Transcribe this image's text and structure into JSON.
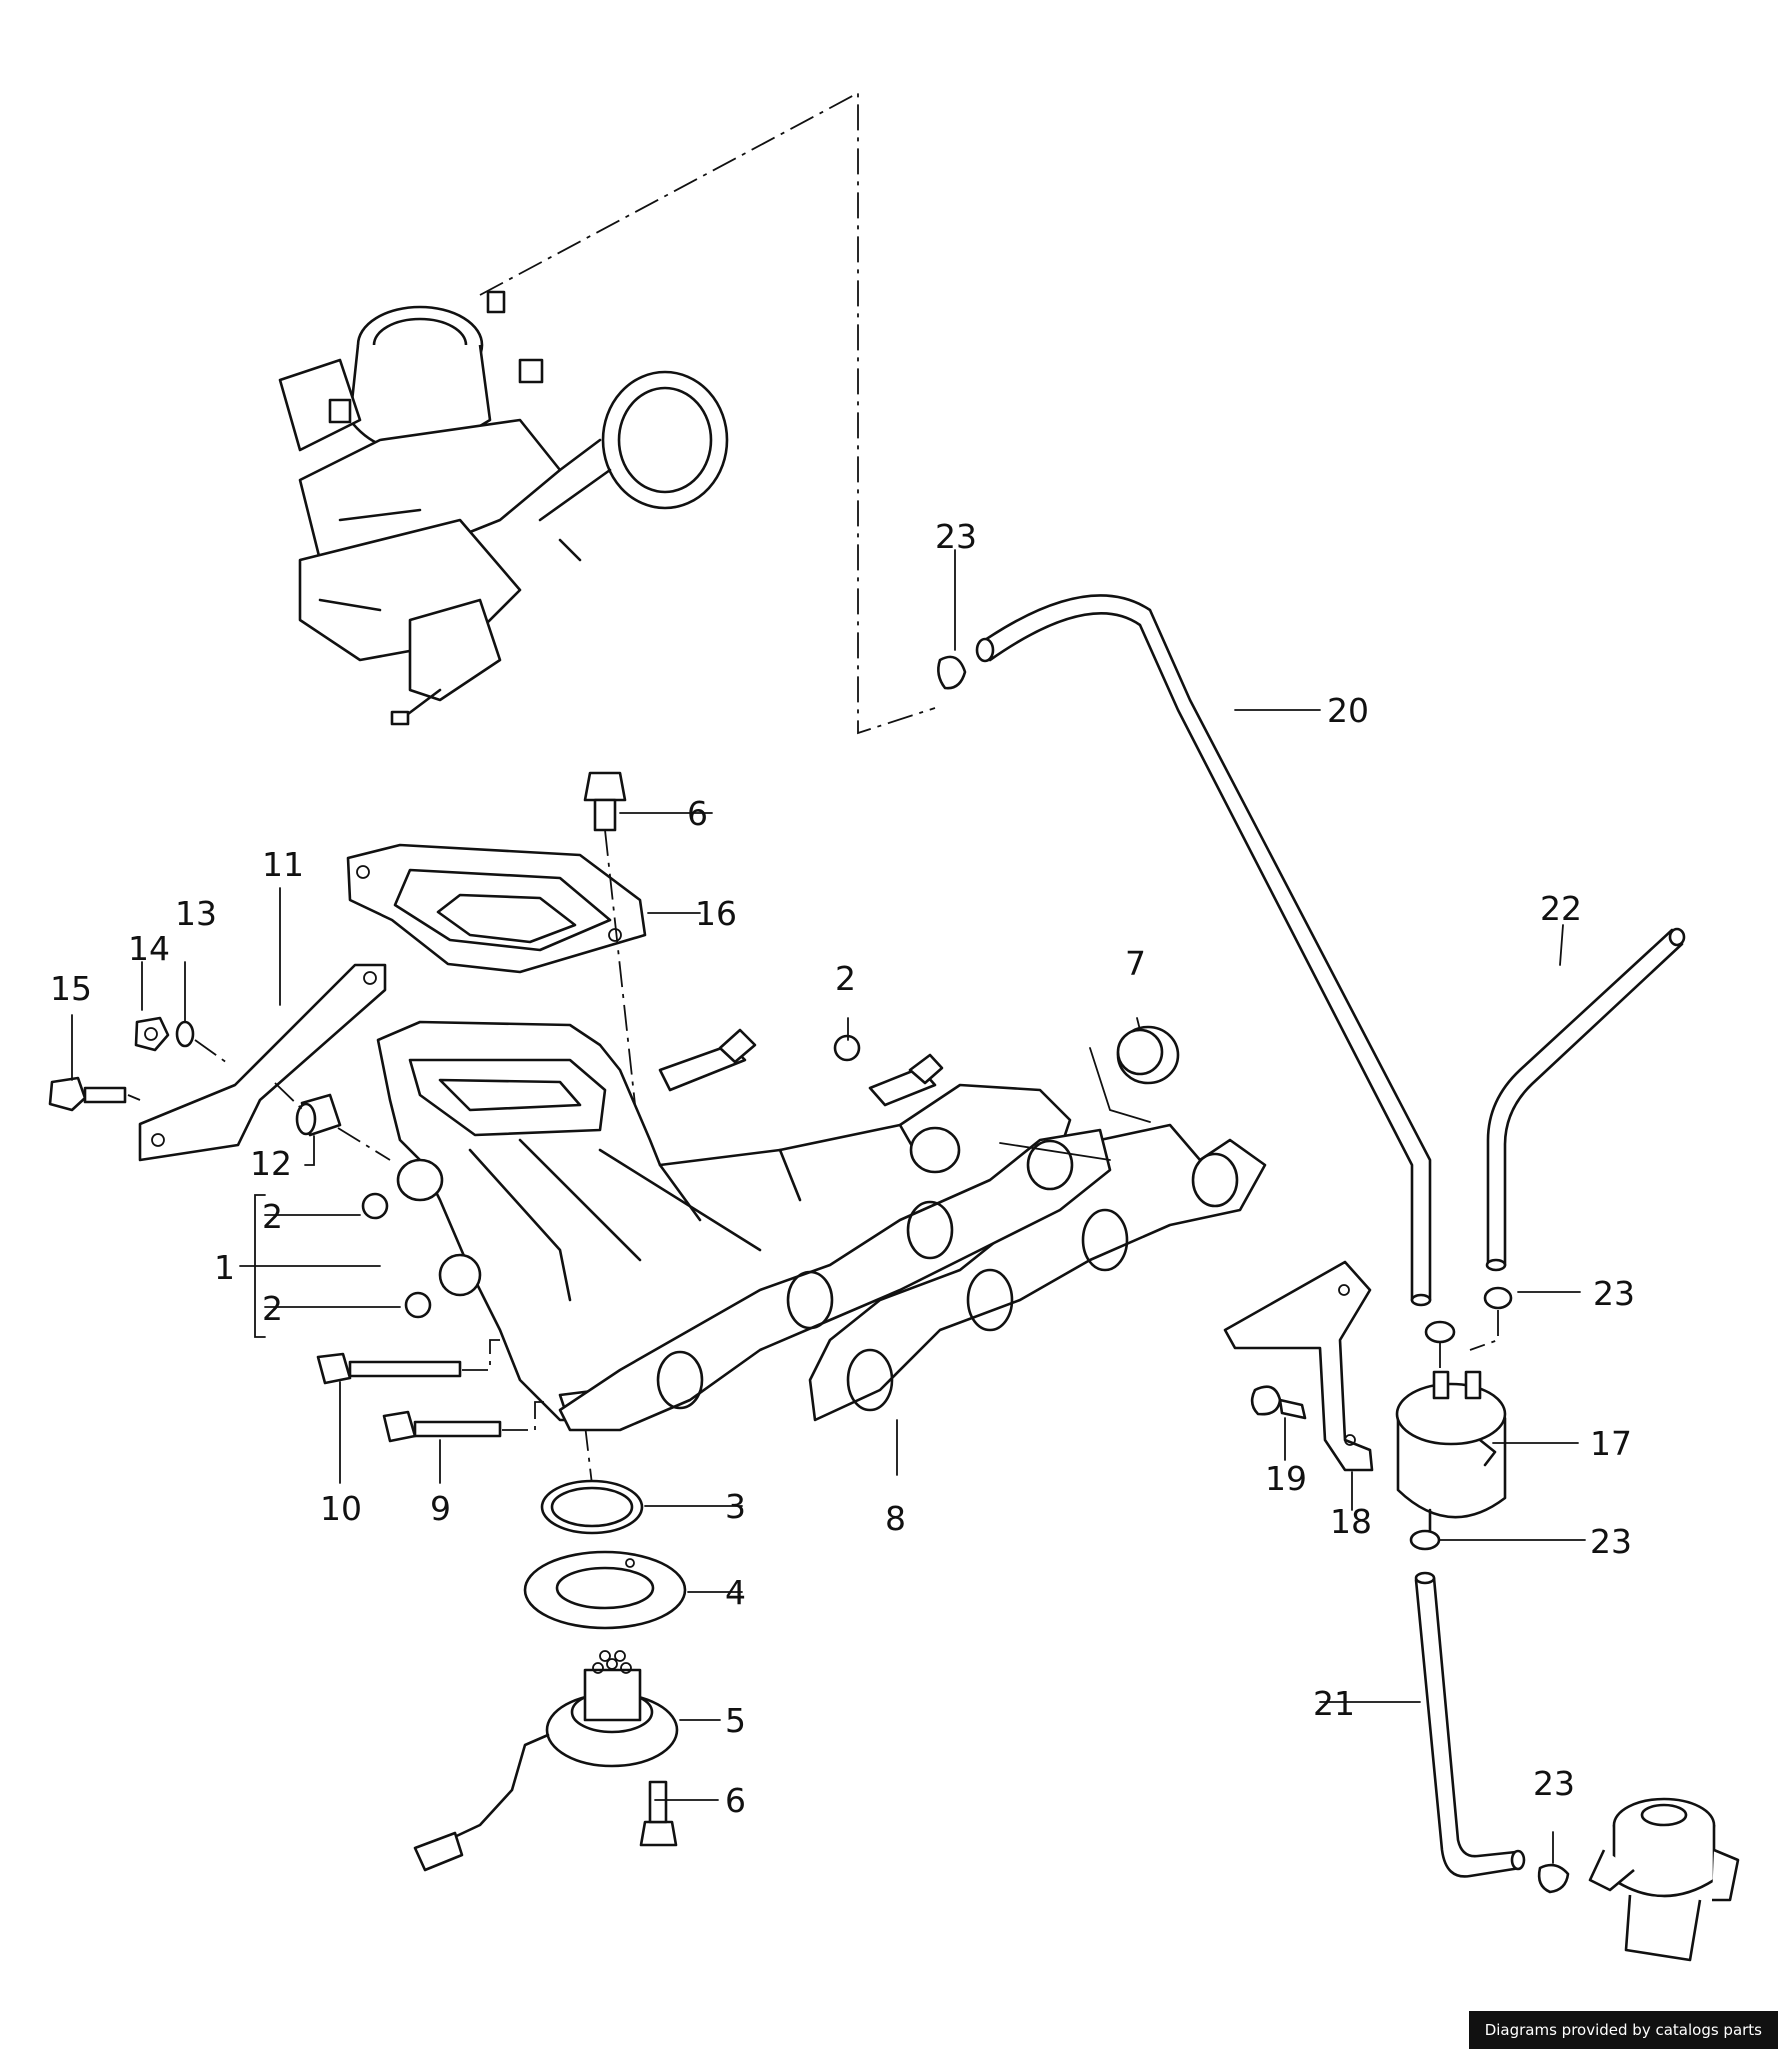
{
  "diagram": {
    "callouts": {
      "c1": "1",
      "c2a": "2",
      "c2b": "2",
      "c2c": "2",
      "c3": "3",
      "c4": "4",
      "c5": "5",
      "c6a": "6",
      "c6b": "6",
      "c7": "7",
      "c8": "8",
      "c9": "9",
      "c10": "10",
      "c11": "11",
      "c12": "12",
      "c13": "13",
      "c14": "14",
      "c15": "15",
      "c16": "16",
      "c17": "17",
      "c18": "18",
      "c19": "19",
      "c20": "20",
      "c21": "21",
      "c22": "22",
      "c23a": "23",
      "c23b": "23",
      "c23c": "23",
      "c23d": "23"
    }
  },
  "footer": {
    "credit": "Diagrams provided by catalogs parts"
  }
}
